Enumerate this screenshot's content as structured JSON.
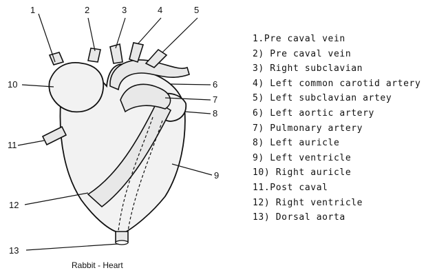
{
  "caption": "Rabbit - Heart",
  "callout_numbers": [
    "1",
    "2",
    "3",
    "4",
    "5",
    "6",
    "7",
    "8",
    "9",
    "10",
    "11",
    "12",
    "13"
  ],
  "legend": [
    "1.Pre caval vein",
    "2) Pre caval vein",
    "3) Right subclavian",
    "4) Left common carotid artery",
    "5) Left subclavian artey",
    "6) Left aortic artery",
    "7) Pulmonary artery",
    "8) Left auricle",
    "9) Left ventricle",
    "10) Right auricle",
    "11.Post caval",
    "12) Right ventricle",
    "13) Dorsal aorta"
  ]
}
